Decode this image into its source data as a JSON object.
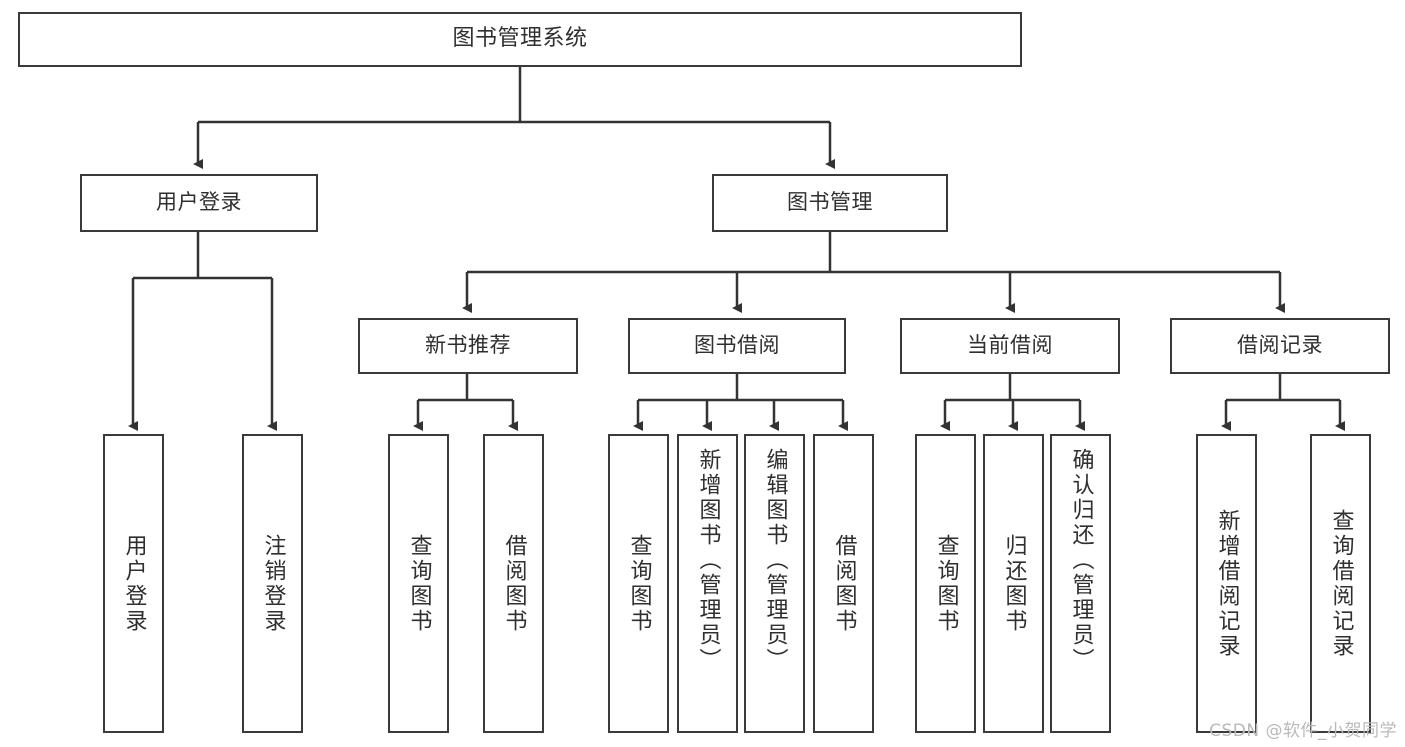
{
  "diagram": {
    "title": "图书管理系统",
    "watermark": "CSDN @软件_小贺同学",
    "colors": {
      "background": "#ffffff",
      "node_border": "#3a3a3a",
      "node_fill": "#ffffff",
      "text": "#2f2f2f",
      "edge": "#333333",
      "watermark": "#b9b9b9"
    },
    "levels": {
      "root": {
        "label": "图书管理系统"
      },
      "level1": [
        {
          "label": "用户登录"
        },
        {
          "label": "图书管理"
        }
      ],
      "level2": [
        {
          "label": "新书推荐"
        },
        {
          "label": "图书借阅"
        },
        {
          "label": "当前借阅"
        },
        {
          "label": "借阅记录"
        }
      ],
      "leaves": {
        "user_login": [
          {
            "label": "用户登录"
          },
          {
            "label": "注销登录"
          }
        ],
        "new_book_recommend": [
          {
            "label": "查询图书"
          },
          {
            "label": "借阅图书"
          }
        ],
        "book_borrow": [
          {
            "label": "查询图书"
          },
          {
            "label": "新增图书（管理员）"
          },
          {
            "label": "编辑图书（管理员）"
          },
          {
            "label": "借阅图书"
          }
        ],
        "current_borrow": [
          {
            "label": "查询图书"
          },
          {
            "label": "归还图书"
          },
          {
            "label": "确认归还（管理员）"
          }
        ],
        "borrow_record": [
          {
            "label": "新增借阅记录"
          },
          {
            "label": "查询借阅记录"
          }
        ]
      }
    }
  }
}
